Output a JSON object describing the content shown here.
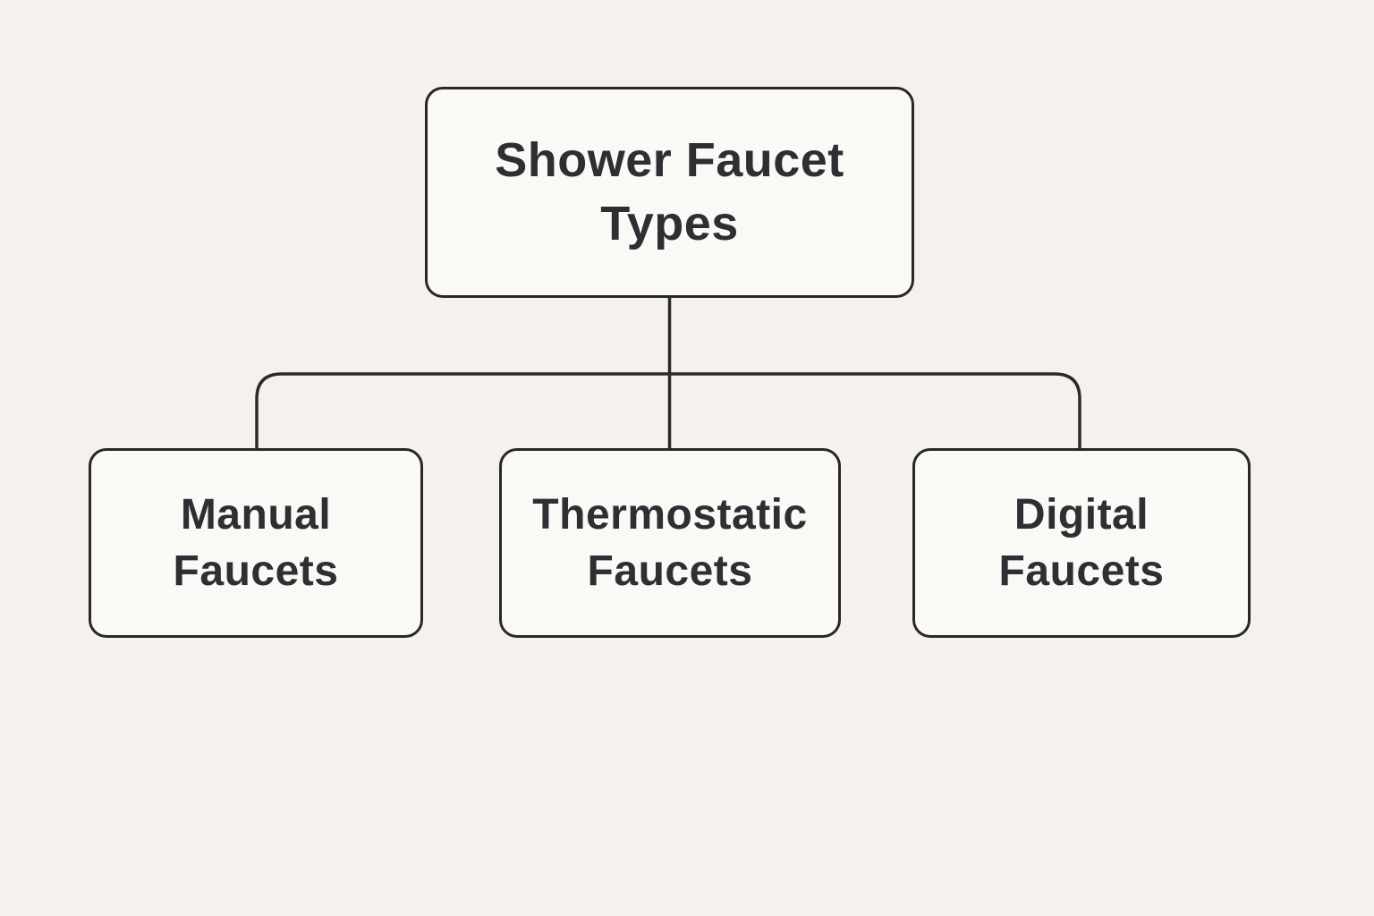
{
  "diagram": {
    "title": "Shower Faucet Types",
    "type": "tree",
    "root": {
      "id": "shower-faucet-types",
      "label": "Shower Faucet Types"
    },
    "children": [
      {
        "id": "manual-faucets",
        "label": "Manual Faucets"
      },
      {
        "id": "thermostatic-faucets",
        "label": "Thermostatic Faucets"
      },
      {
        "id": "digital-faucets",
        "label": "Digital Faucets"
      }
    ],
    "edges": [
      {
        "from": "shower-faucet-types",
        "to": "manual-faucets"
      },
      {
        "from": "shower-faucet-types",
        "to": "thermostatic-faucets"
      },
      {
        "from": "shower-faucet-types",
        "to": "digital-faucets"
      }
    ]
  },
  "colors": {
    "background": "#f5f2ed",
    "box_fill": "#fbf9f5",
    "box_border": "#28282c",
    "text": "#2e2e33",
    "connector": "#2b2b2f"
  }
}
